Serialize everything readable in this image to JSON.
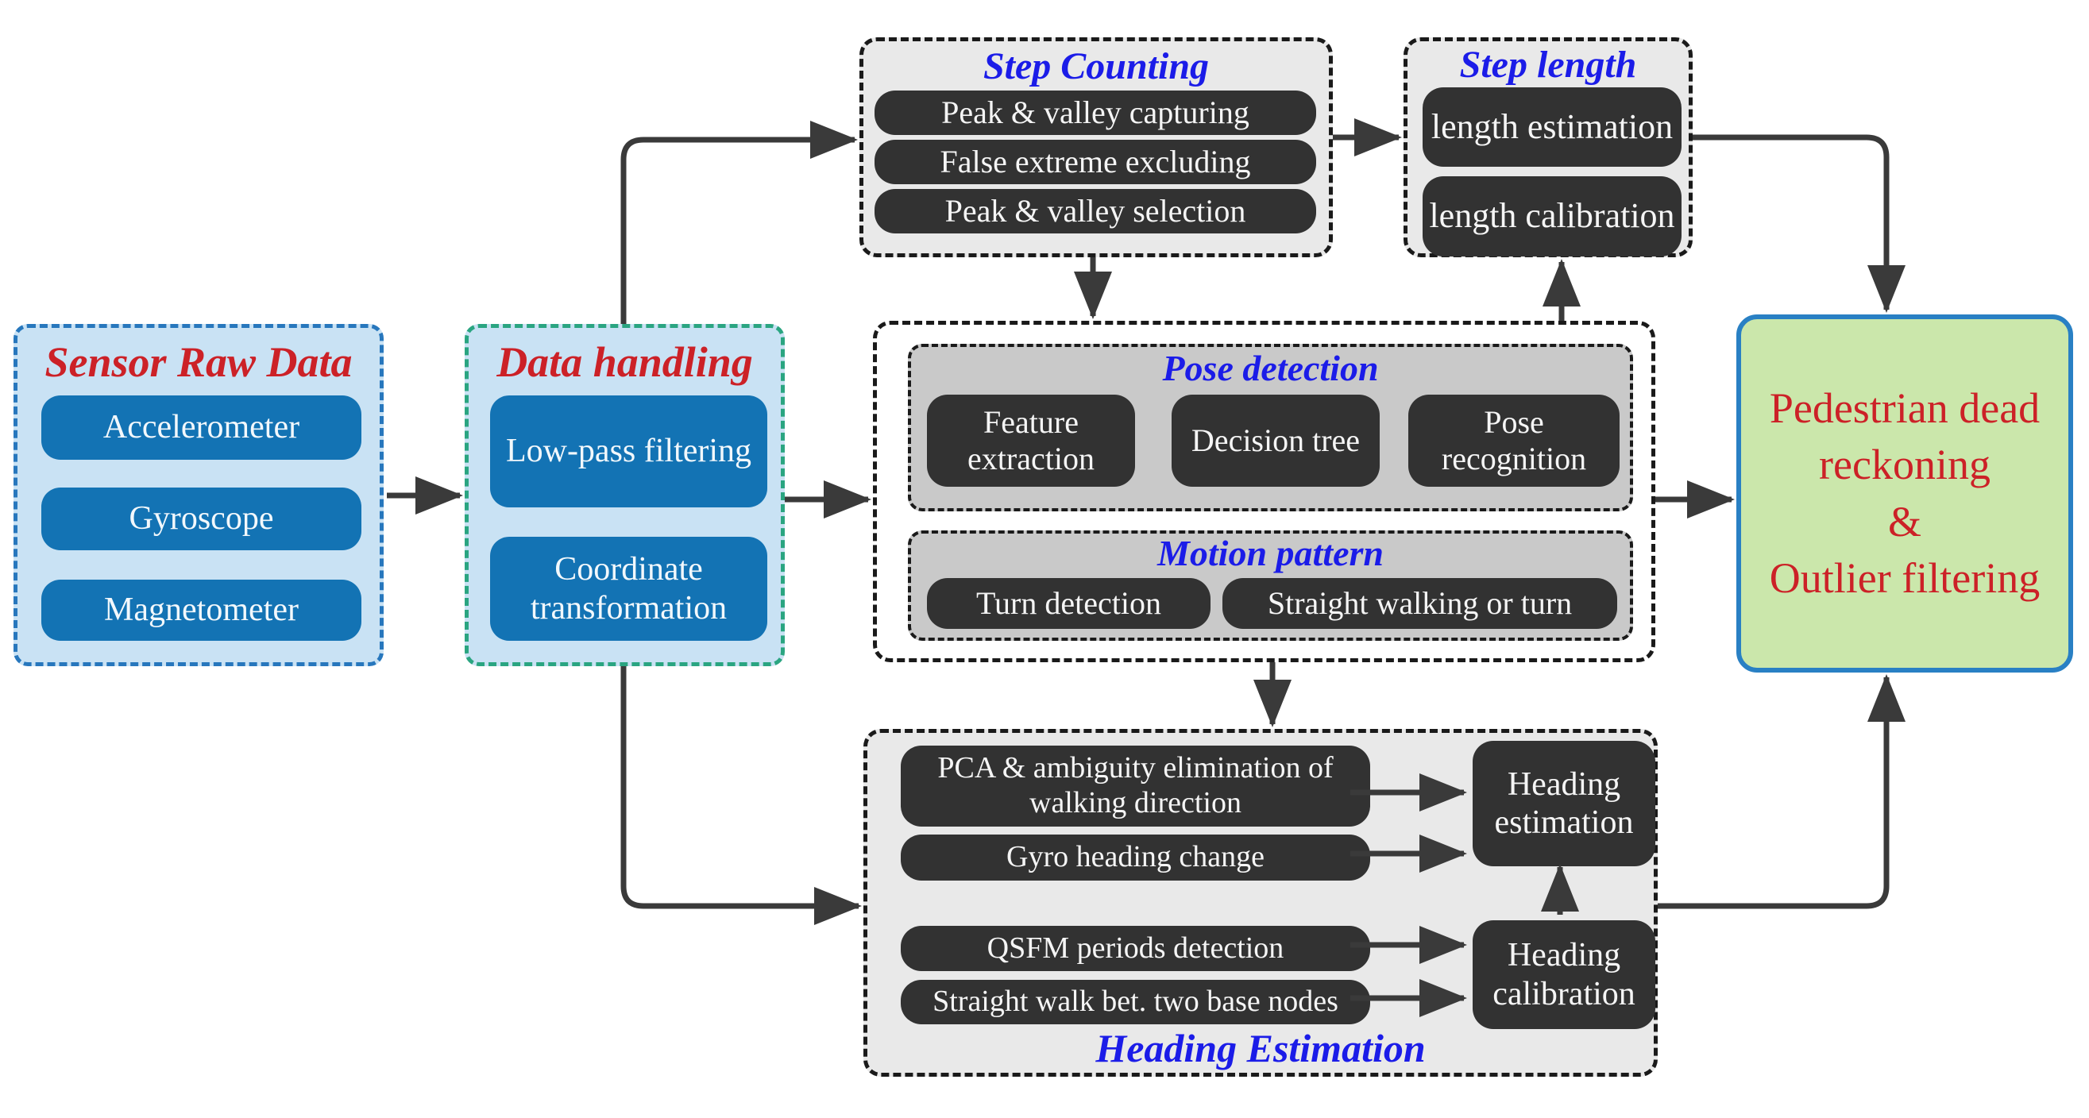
{
  "colors": {
    "light_blue_fill": "#c9e2f4",
    "blue_dashed_border": "#2777bd",
    "dark_blue_pill": "#1373b4",
    "teal_dashed_border": "#2aa581",
    "gray_group_fill": "#e9e9e9",
    "inner_gray_fill": "#c9c9c9",
    "dark_pill": "#323232",
    "green_output_fill": "#cbe7ab",
    "green_output_border": "#2980c4",
    "title_red": "#cc2127",
    "title_blue": "#1b1ce8",
    "arrow": "#3a3a3a"
  },
  "groups": {
    "sensor": {
      "title": "Sensor Raw Data",
      "items": [
        "Accelerometer",
        "Gyroscope",
        "Magnetometer"
      ]
    },
    "handling": {
      "title": "Data handling",
      "items": [
        "Low-pass filtering",
        "Coordinate transformation"
      ]
    },
    "step_counting": {
      "title": "Step Counting",
      "items": [
        "Peak & valley capturing",
        "False extreme excluding",
        "Peak & valley selection"
      ]
    },
    "step_length": {
      "title": "Step length",
      "items": [
        "length estimation",
        "length calibration"
      ]
    },
    "pose": {
      "title": "Pose detection",
      "items": [
        "Feature extraction",
        "Decision tree",
        "Pose recognition"
      ]
    },
    "motion": {
      "title": "Motion pattern",
      "items": [
        "Turn detection",
        "Straight walking or turn"
      ]
    },
    "heading": {
      "title": "Heading Estimation",
      "items": [
        "PCA & ambiguity elimination of walking direction",
        "Gyro heading change",
        "QSFM periods detection",
        "Straight walk bet. two base nodes"
      ],
      "estimation": "Heading estimation",
      "calibration": "Heading calibration"
    },
    "output": {
      "lines": [
        "Pedestrian dead reckoning",
        "&",
        "Outlier filtering"
      ]
    }
  }
}
